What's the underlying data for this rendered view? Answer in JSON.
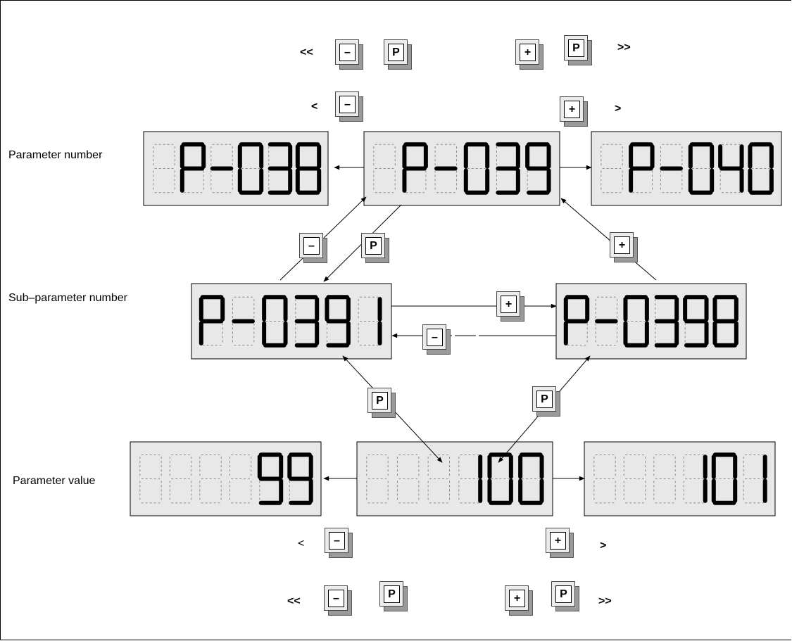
{
  "row_labels": {
    "parameter_number": "Parameter number",
    "sub_parameter_number": "Sub–parameter number",
    "parameter_value": "Parameter value"
  },
  "direction_symbols": {
    "fast_back": "<<",
    "fast_forward": ">>",
    "step_back": "<",
    "step_forward": ">"
  },
  "keys": {
    "minus": "–",
    "plus": "+",
    "p": "P"
  },
  "displays": {
    "param_prev": "P-038",
    "param_current": "P-039",
    "param_next": "P-040",
    "subparam_first": "P-0391",
    "subparam_last": "P-0398",
    "value_prev": "99",
    "value_current": "100",
    "value_next": "101"
  },
  "colors": {
    "display_background": "#e8e8e8",
    "segment_on": "#000000",
    "segment_off": "#8a8a8a",
    "key_shadow": "#9a9a9a"
  }
}
